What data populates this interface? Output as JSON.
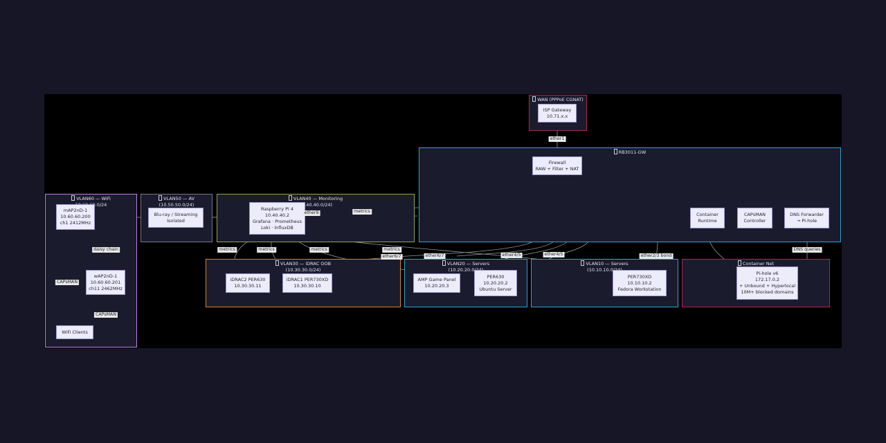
{
  "clusters": {
    "wan": {
      "title": "WAN (PPPoE CGNAT)",
      "color": "#b4244a"
    },
    "gw": {
      "title": "RB3011-GW",
      "color": "#2aa6d9"
    },
    "vlan60": {
      "title": "VLAN60 — WiFi",
      "subnet": "10.60.60.0/24",
      "color": "#c37ee6"
    },
    "vlan50": {
      "title": "VLAN50 — AV",
      "subnet": "(10.50.50.0/24)",
      "color": "#777788"
    },
    "vlan40": {
      "title": "VLAN40 — Monitoring",
      "subnet": "10.40.40.0/24)",
      "color": "#93a846"
    },
    "vlan30": {
      "title": "VLAN30 — iDRAC OOB",
      "subnet": "(10.30.30.0/24)",
      "color": "#d98324"
    },
    "vlan20": {
      "title": "VLAN20 — Servers",
      "subnet": "(10.20.20.0/24)",
      "color": "#2aa6d9"
    },
    "vlan10": {
      "title": "VLAN10 — Servers",
      "subnet": "(10.10.10.0/24)",
      "color": "#2aa6d9"
    },
    "container": {
      "title": "Container Net",
      "color": "#b4244a"
    }
  },
  "nodes": {
    "isp": [
      "ISP Gateway",
      "10.71.x.x"
    ],
    "firewall": [
      "Firewall",
      "RAW + Filter + NAT"
    ],
    "container_runtime": [
      "Container",
      "Runtime"
    ],
    "capsman": [
      "CAPsMAN",
      "Controller"
    ],
    "dns_forwarder": [
      "DNS Forwarder",
      "→ Pi-hole"
    ],
    "map2nd": [
      "mAP2nD-1",
      "10.60.60.200",
      "ch1 2412MHz"
    ],
    "wap2nd": [
      "wAP2nD-1",
      "10.60.60.201",
      "ch11 2462MHz"
    ],
    "wifi_clients": [
      "WiFi Clients"
    ],
    "bluray": [
      "Blu-ray / Streaming",
      "Isolated"
    ],
    "raspi": [
      "Raspberry Pi 4",
      "10.40.40.2",
      "Grafana · Prometheus",
      "Loki · InfluxDB"
    ],
    "idrac2": [
      "iDRAC2 PER630",
      "10.30.30.11"
    ],
    "idrac1": [
      "iDRAC1 PER730XD",
      "10.30.30.10"
    ],
    "amp": [
      "AMP Game Panel",
      "10.20.20.3"
    ],
    "per630": [
      "PER630",
      "10.20.20.2",
      "Ubuntu Server"
    ],
    "per730xd": [
      "PER730XD",
      "10.10.10.2",
      "Fedora Workstation"
    ],
    "pihole": [
      "Pi-hole v6",
      "172.17.0.2",
      "+ Unbound + Hyperlocal",
      "10M+ blocked domains"
    ]
  },
  "edge_labels": {
    "ether1": "ether1",
    "metrics_gw": "metrics",
    "ether9": "ether9",
    "daisy_chain": "daisy chain",
    "capsman_1": "CAPsMAN",
    "capsman_2": "CAPsMAN",
    "metrics_1": "metrics",
    "metrics_2": "metrics",
    "metrics_3": "metrics",
    "metrics_4": "metrics",
    "ether6_a": "ether6/7",
    "ether6_b": "ether6/7",
    "ether4_a": "ether4/5",
    "ether4_b": "ether4/5",
    "ether2_3": "ether2/3 bond",
    "dns_queries": "DNS queries"
  }
}
